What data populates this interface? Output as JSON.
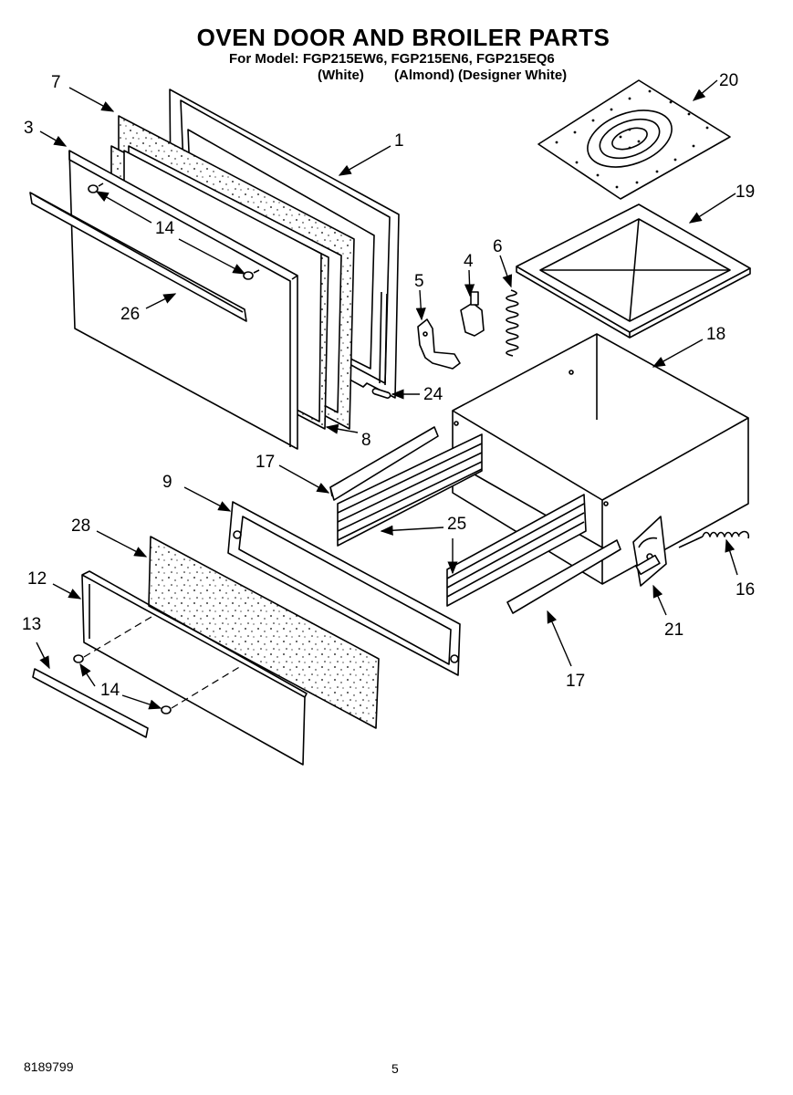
{
  "header": {
    "title": "OVEN DOOR AND BROILER PARTS",
    "models": "For Model: FGP215EW6, FGP215EN6, FGP215EQ6",
    "variant_white": "(White)",
    "variant_almond_designer": "(Almond) (Designer White)"
  },
  "callouts": {
    "c1": "1",
    "c3": "3",
    "c4": "4",
    "c5": "5",
    "c6": "6",
    "c7": "7",
    "c8": "8",
    "c9": "9",
    "c12": "12",
    "c13": "13",
    "c14a": "14",
    "c14b": "14",
    "c16": "16",
    "c17a": "17",
    "c17b": "17",
    "c18": "18",
    "c19": "19",
    "c20": "20",
    "c21": "21",
    "c24": "24",
    "c25": "25",
    "c26": "26",
    "c28": "28"
  },
  "footer": {
    "doc_number": "8189799",
    "page_number": "5"
  }
}
